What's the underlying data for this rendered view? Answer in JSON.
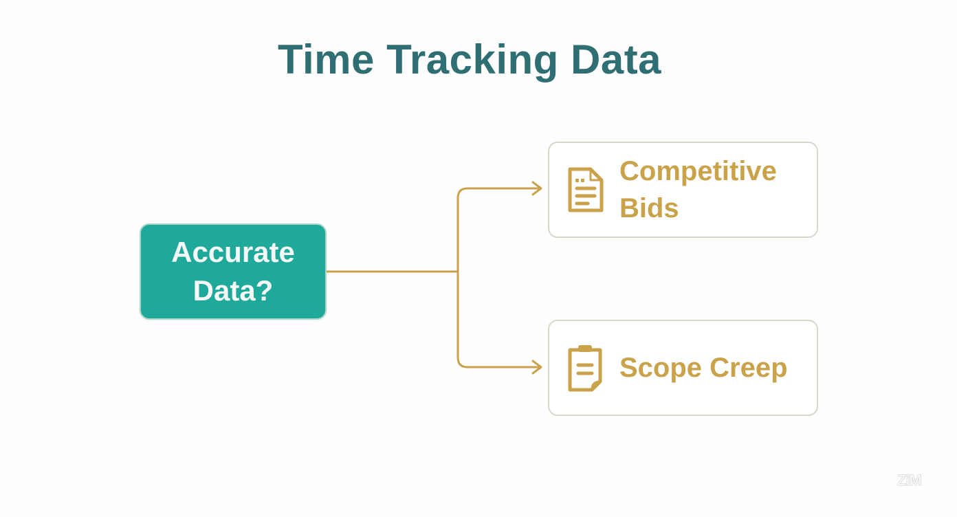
{
  "title": "Time Tracking Data",
  "colors": {
    "title": "#2f6e72",
    "root_fill": "#1fa99b",
    "root_text": "#f4f8f6",
    "accent_gold": "#c9a24a",
    "leaf_border": "#d9d5cc",
    "connector": "#c9a24a"
  },
  "root": {
    "line1": "Accurate",
    "line2": "Data?"
  },
  "branches": [
    {
      "icon": "document-icon",
      "line1": "Competitive",
      "line2": "Bids"
    },
    {
      "icon": "clipboard-icon",
      "line1": "Scope Creep"
    }
  ],
  "watermark": "ZiM"
}
